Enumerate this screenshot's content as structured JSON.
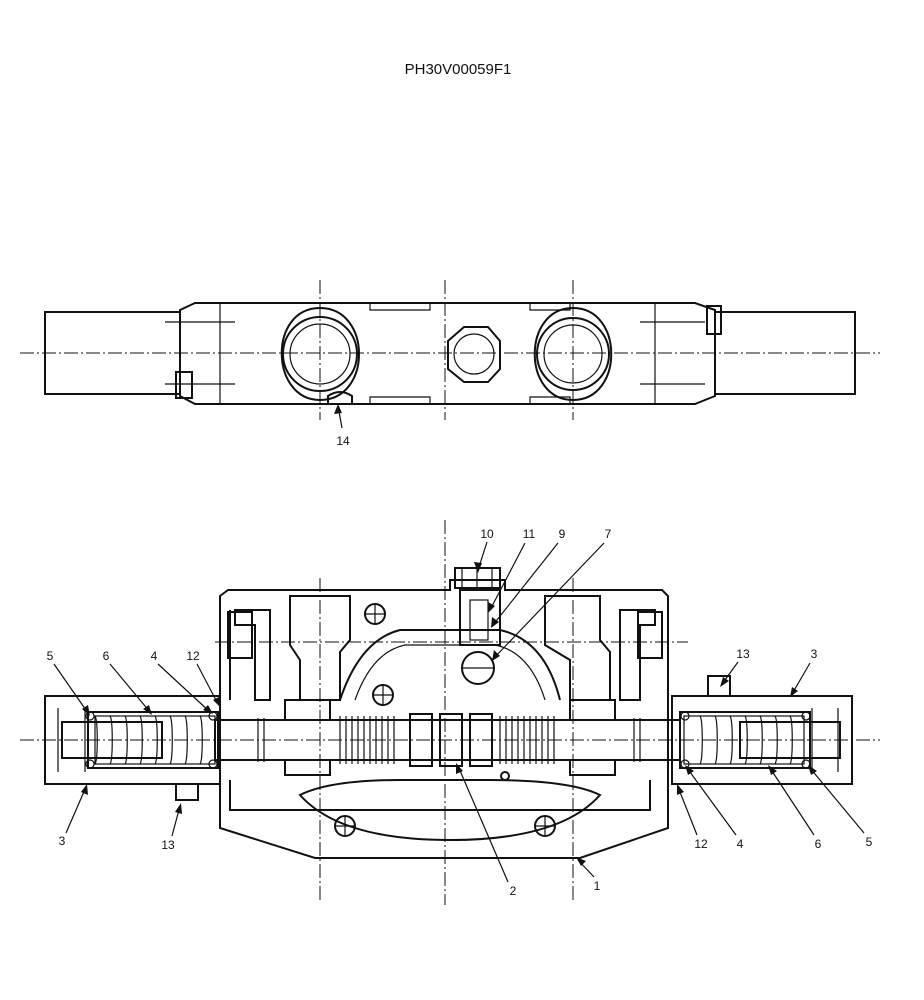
{
  "drawing": {
    "code": "PH30V00059F1",
    "top_view": {
      "callouts": [
        "14"
      ]
    },
    "section_view": {
      "callouts": [
        "10",
        "11",
        "9",
        "7",
        "5",
        "6",
        "4",
        "12",
        "13",
        "3",
        "3",
        "13",
        "2",
        "1",
        "12",
        "4",
        "6",
        "5"
      ]
    }
  }
}
